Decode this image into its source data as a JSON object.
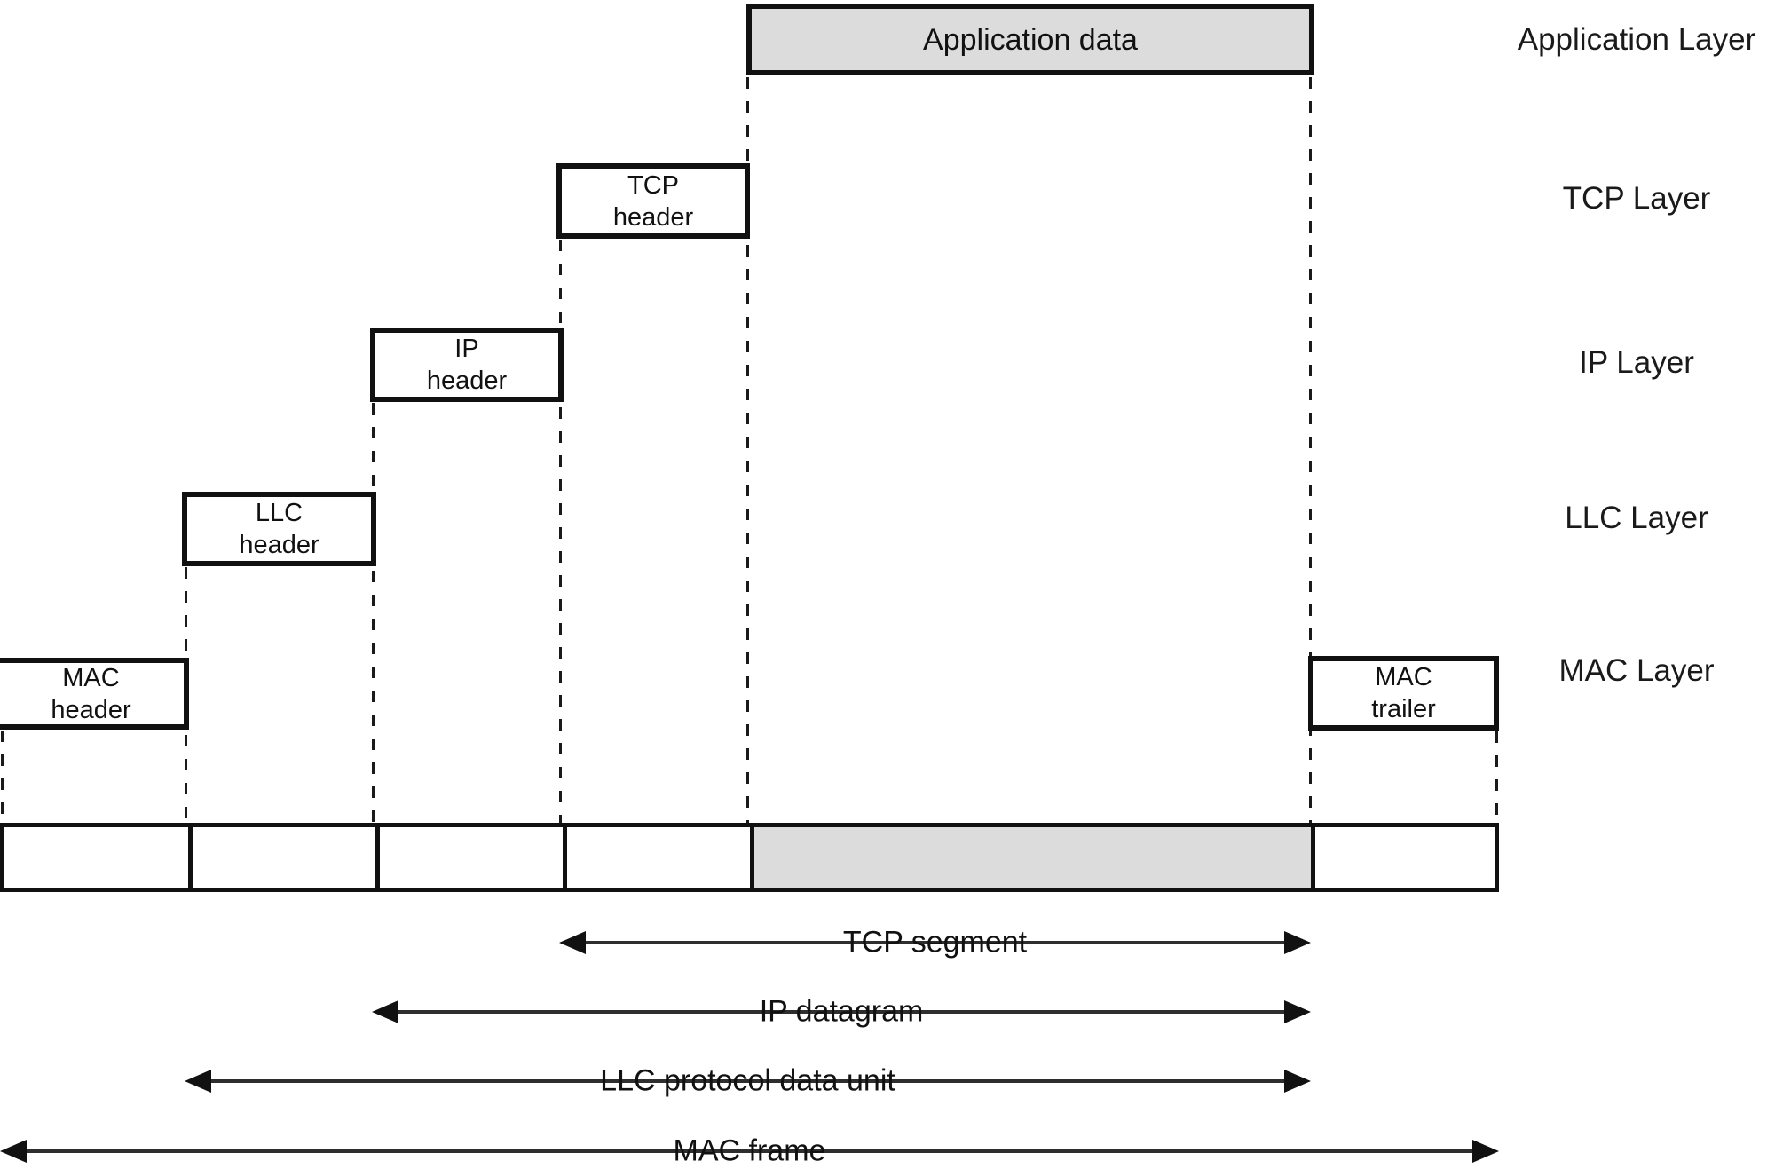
{
  "diagram": {
    "description": "Protocol encapsulation of application data through TCP, IP, LLC and MAC layers"
  },
  "boxes": {
    "application_data": "Application data",
    "tcp_header": "TCP\nheader",
    "ip_header": "IP\nheader",
    "llc_header": "LLC\nheader",
    "mac_header": "MAC\nheader",
    "mac_trailer": "MAC\ntrailer"
  },
  "layer_labels": [
    {
      "label": "Application Layer"
    },
    {
      "label": "TCP Layer"
    },
    {
      "label": "IP Layer"
    },
    {
      "label": "LLC Layer"
    },
    {
      "label": "MAC Layer"
    }
  ],
  "arrows": [
    {
      "label": "TCP segment"
    },
    {
      "label": "IP datagram"
    },
    {
      "label": "LLC protocol data unit"
    },
    {
      "label": "MAC frame"
    }
  ],
  "colors": {
    "fill_gray": "#dcdcdc",
    "line_black": "#111111",
    "background": "#ffffff"
  }
}
